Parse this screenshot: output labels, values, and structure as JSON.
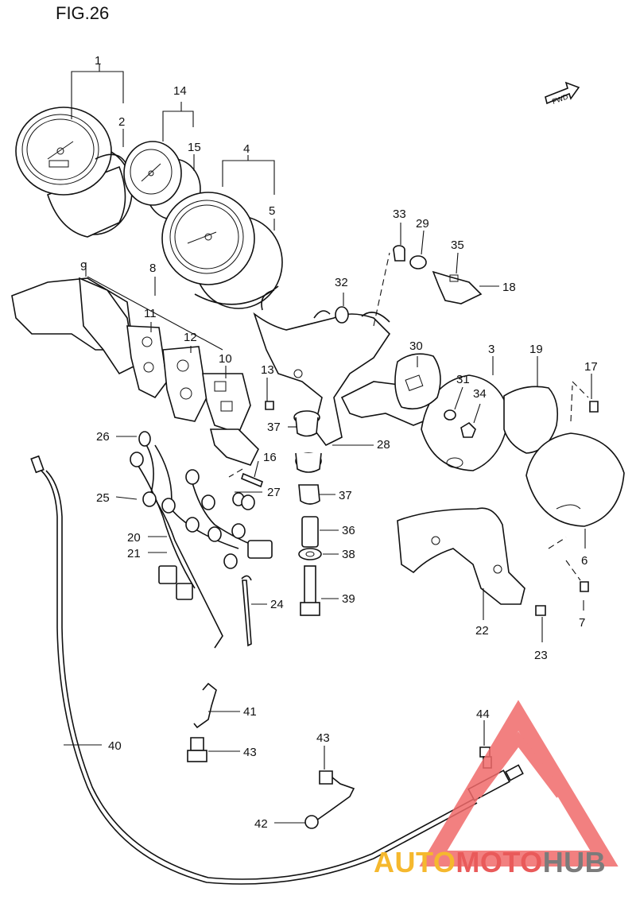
{
  "figure": {
    "title": "FIG.26"
  },
  "fwd_badge": {
    "text": "FWD"
  },
  "callouts": [
    {
      "id": "1",
      "text": "1"
    },
    {
      "id": "2",
      "text": "2"
    },
    {
      "id": "3",
      "text": "3"
    },
    {
      "id": "4",
      "text": "4"
    },
    {
      "id": "5",
      "text": "5"
    },
    {
      "id": "6",
      "text": "6"
    },
    {
      "id": "7",
      "text": "7"
    },
    {
      "id": "8",
      "text": "8"
    },
    {
      "id": "9",
      "text": "9"
    },
    {
      "id": "10",
      "text": "10"
    },
    {
      "id": "11",
      "text": "11"
    },
    {
      "id": "12",
      "text": "12"
    },
    {
      "id": "13",
      "text": "13"
    },
    {
      "id": "14",
      "text": "14"
    },
    {
      "id": "15",
      "text": "15"
    },
    {
      "id": "16",
      "text": "16"
    },
    {
      "id": "17",
      "text": "17"
    },
    {
      "id": "18",
      "text": "18"
    },
    {
      "id": "19",
      "text": "19"
    },
    {
      "id": "20",
      "text": "20"
    },
    {
      "id": "21",
      "text": "21"
    },
    {
      "id": "22",
      "text": "22"
    },
    {
      "id": "23",
      "text": "23"
    },
    {
      "id": "24",
      "text": "24"
    },
    {
      "id": "25",
      "text": "25"
    },
    {
      "id": "26",
      "text": "26"
    },
    {
      "id": "27",
      "text": "27"
    },
    {
      "id": "28",
      "text": "28"
    },
    {
      "id": "29",
      "text": "29"
    },
    {
      "id": "30",
      "text": "30"
    },
    {
      "id": "31",
      "text": "31"
    },
    {
      "id": "32",
      "text": "32"
    },
    {
      "id": "33",
      "text": "33"
    },
    {
      "id": "34",
      "text": "34"
    },
    {
      "id": "35",
      "text": "35"
    },
    {
      "id": "36",
      "text": "36"
    },
    {
      "id": "37a",
      "text": "37"
    },
    {
      "id": "37b",
      "text": "37"
    },
    {
      "id": "38",
      "text": "38"
    },
    {
      "id": "39",
      "text": "39"
    },
    {
      "id": "40",
      "text": "40"
    },
    {
      "id": "41",
      "text": "41"
    },
    {
      "id": "42",
      "text": "42"
    },
    {
      "id": "43a",
      "text": "43"
    },
    {
      "id": "43b",
      "text": "43"
    },
    {
      "id": "44",
      "text": "44"
    }
  ],
  "watermark": {
    "word_1": "AUTO",
    "word_2": "MOTO",
    "word_3": "HUB",
    "colors": {
      "auto": "#f5b82e",
      "moto": "#e95a5a",
      "hub": "#7b7b7b"
    }
  }
}
